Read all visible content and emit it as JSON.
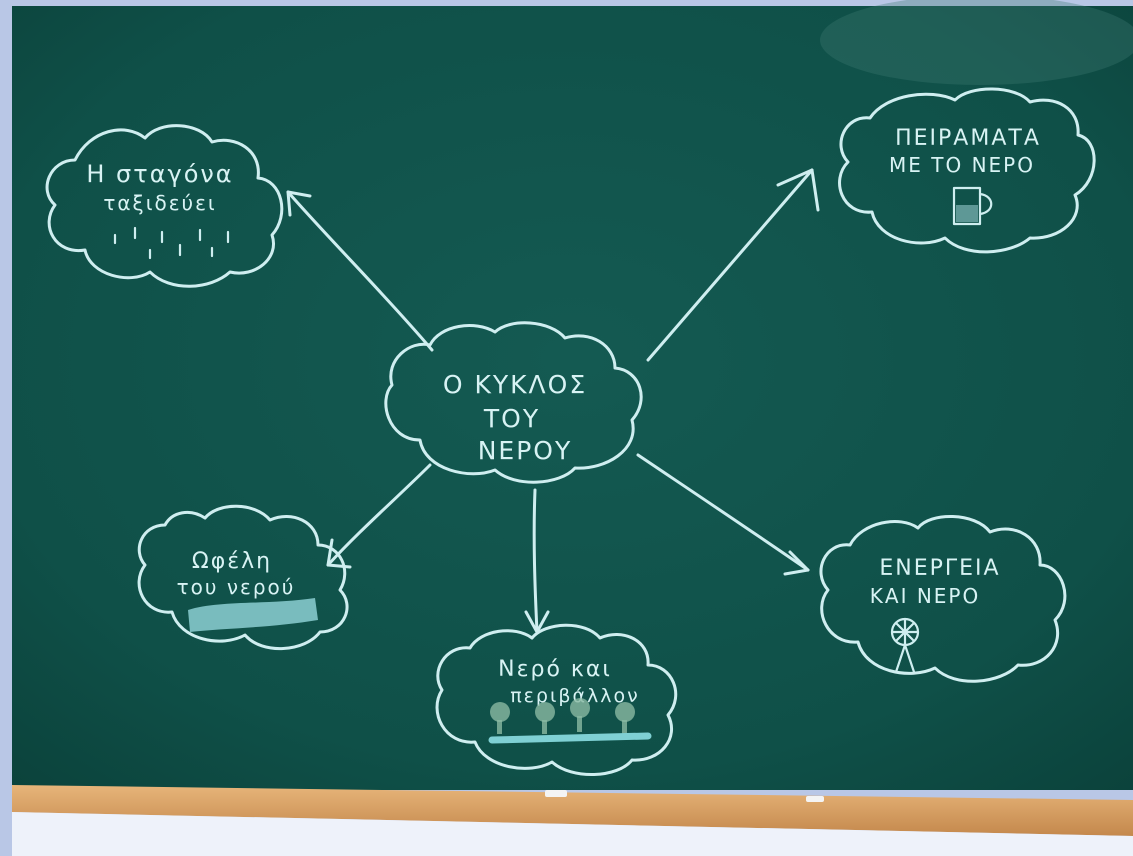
{
  "center": {
    "lines": [
      "Ο ΚΥΚΛΟΣ",
      "ΤΟΥ",
      "ΝΕΡΟΥ"
    ]
  },
  "nodes": [
    {
      "id": "drop",
      "lines": [
        "Η σταγόνα",
        "ταξιδεύει"
      ],
      "icon": "raindrops-icon"
    },
    {
      "id": "experiments",
      "lines": [
        "ΠΕΙΡΑΜΑΤΑ",
        "ΜΕ ΤΟ ΝΕΡΟ"
      ],
      "icon": "water-jug-icon"
    },
    {
      "id": "uses",
      "lines": [
        "Ωφέλη",
        "του νερού"
      ],
      "icon": "water-stripe-icon"
    },
    {
      "id": "environment",
      "lines": [
        "Νερό και",
        "περιβάλλον"
      ],
      "icon": "trees-icon"
    },
    {
      "id": "energy",
      "lines": [
        "ΕΝΕΡΓΕΙΑ",
        "ΚΑΙ ΝΕΡΟ"
      ],
      "icon": "windmill-icon"
    }
  ],
  "colors": {
    "board": "#0f5048",
    "chalk": "#cfeef0",
    "ledge": "#d9a66a",
    "wall": "#b9c7e6"
  }
}
